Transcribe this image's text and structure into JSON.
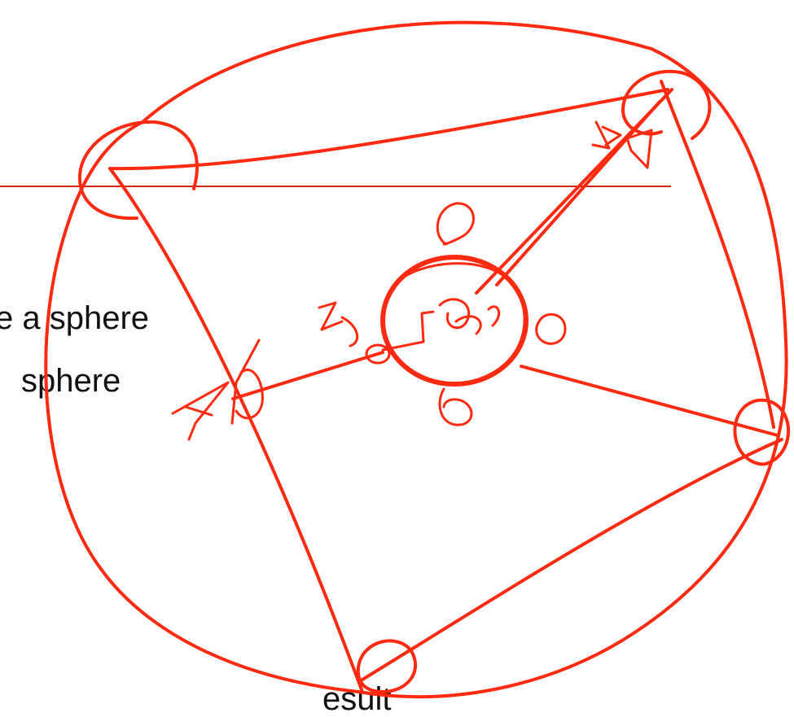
{
  "slide": {
    "text_lines": [
      "e a sphere",
      " sphere",
      "esult"
    ]
  },
  "ink": {
    "color": "#ff2a10",
    "rule_color": "#d3251b"
  },
  "annotations": {
    "top_label": "0",
    "bottom_label": "6",
    "right_label": "o"
  }
}
